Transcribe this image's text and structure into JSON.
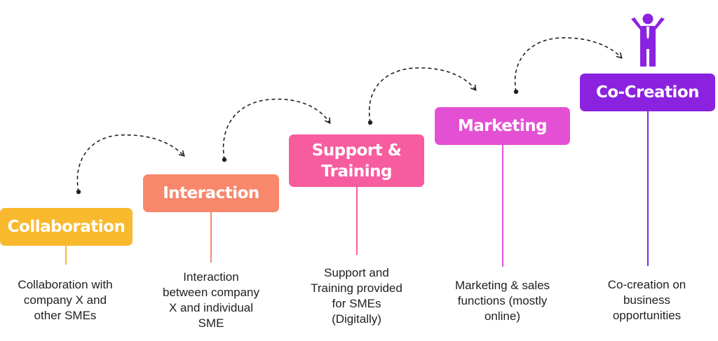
{
  "steps": [
    {
      "label": "Collaboration",
      "description": "Collaboration with\ncompany X and\nother SMEs",
      "color": "#F9B92E"
    },
    {
      "label": "Interaction",
      "description": "Interaction\nbetween company\nX and individual\nSME",
      "color": "#F8876B"
    },
    {
      "label": "Support &\nTraining",
      "description": "Support and\nTraining provided\nfor SMEs\n(Digitally)",
      "color": "#F75C9E"
    },
    {
      "label": "Marketing",
      "description": "Marketing & sales\nfunctions (mostly\nonline)",
      "color": "#E450D4"
    },
    {
      "label": "Co-Creation",
      "description": "Co-creation on\nbusiness\nopportunities",
      "color": "#8A22E0"
    }
  ],
  "icons": {
    "top": "person-arms-raised-icon",
    "connector": "dashed-arrow-icon"
  }
}
